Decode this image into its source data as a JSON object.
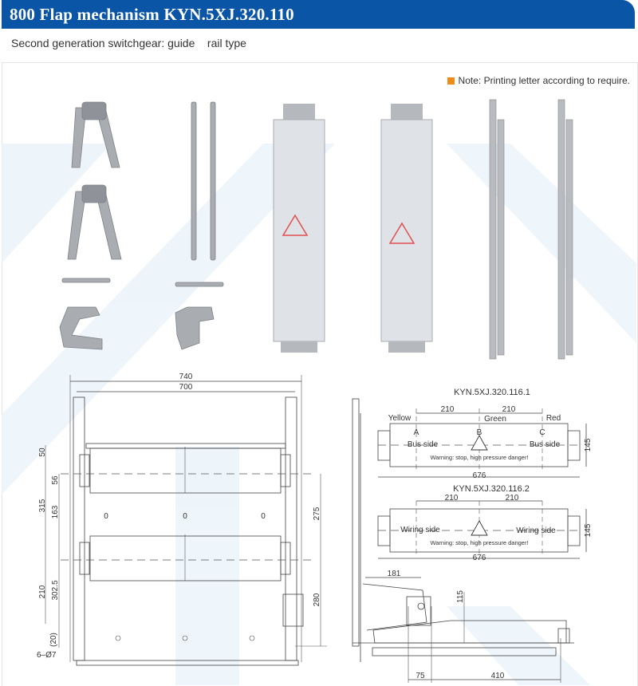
{
  "header": {
    "title": "800 Flap mechanism KYN.5XJ.320.110"
  },
  "subtitle": "Second generation switchgear: guide    rail type",
  "note": "Note: Printing letter according to require.",
  "colors": {
    "header_bg": "#0a55a5",
    "note_marker": "#f08a1c",
    "watermark": "#eaf3fa"
  },
  "front_view": {
    "dims": {
      "w740": "740",
      "w700": "700",
      "d50": "50",
      "d56": "56",
      "d315": "315",
      "d163": "163",
      "d275": "275",
      "d210": "210",
      "d302_5": "302.5",
      "d280": "280",
      "d20": "(20)",
      "holes": "6–Ø7"
    },
    "zero_labels": [
      "0",
      "0",
      "0"
    ]
  },
  "flap1": {
    "title": "KYN.5XJ.320.116.1",
    "spacing": [
      "210",
      "210"
    ],
    "phases": [
      {
        "letter": "A",
        "color": "Yellow"
      },
      {
        "letter": "B",
        "color": "Green"
      },
      {
        "letter": "C",
        "color": "Red"
      }
    ],
    "side_labels": [
      "Bus side",
      "Bus side"
    ],
    "warning": "Warning: stop, high pressure danger!",
    "width": "676",
    "height": "145"
  },
  "flap2": {
    "title": "KYN.5XJ.320.116.2",
    "spacing": [
      "210",
      "210"
    ],
    "side_labels": [
      "Wiring side",
      "Wiring side"
    ],
    "warning": "Warning: stop, high pressure danger!",
    "width": "676",
    "height": "145"
  },
  "side_view": {
    "d181": "181",
    "d115": "115",
    "d75": "75",
    "d410": "410"
  }
}
